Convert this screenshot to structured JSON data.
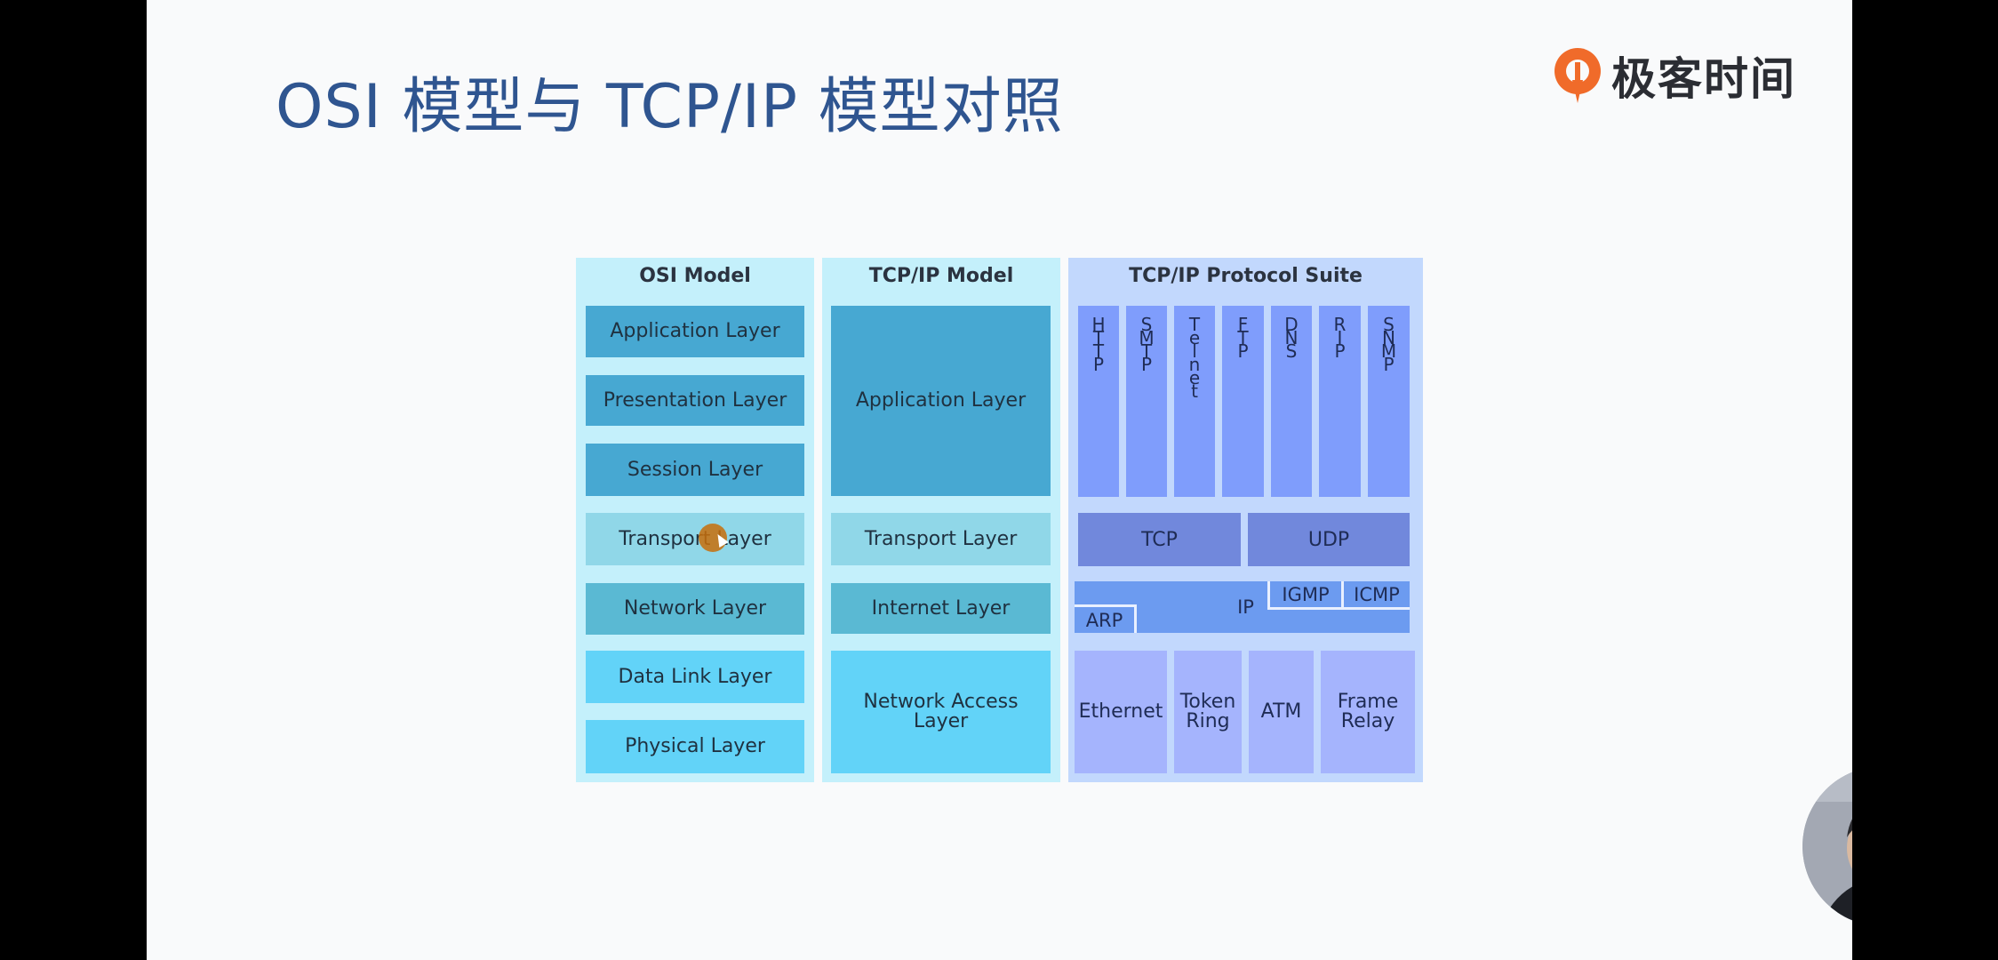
{
  "slide": {
    "title": "OSI 模型与 TCP/IP 模型对照",
    "brand": "极客时间",
    "brand_color": "#f06b2a"
  },
  "osi": {
    "heading": "OSI Model",
    "layers": [
      "Application Layer",
      "Presentation Layer",
      "Session Layer",
      "Transport Layer",
      "Network Layer",
      "Data Link Layer",
      "Physical Layer"
    ]
  },
  "tcpip": {
    "heading": "TCP/IP Model",
    "layers": [
      "Application Layer",
      "Transport Layer",
      "Internet Layer",
      "Network Access Layer"
    ]
  },
  "suite": {
    "heading": "TCP/IP Protocol Suite",
    "app_protocols": [
      "HTTP",
      "SMTP",
      "Telnet",
      "FTP",
      "DNS",
      "RIP",
      "SNMP"
    ],
    "transport": [
      "TCP",
      "UDP"
    ],
    "internet": {
      "ip": "IP",
      "igmp": "IGMP",
      "icmp": "ICMP",
      "arp": "ARP"
    },
    "link_protocols": [
      "Ethernet",
      "Token Ring",
      "ATM",
      "Frame Relay"
    ]
  },
  "icons": {
    "cursor": "cursor-icon",
    "logo": "geektime-logo-icon",
    "webcam": "presenter-webcam"
  }
}
